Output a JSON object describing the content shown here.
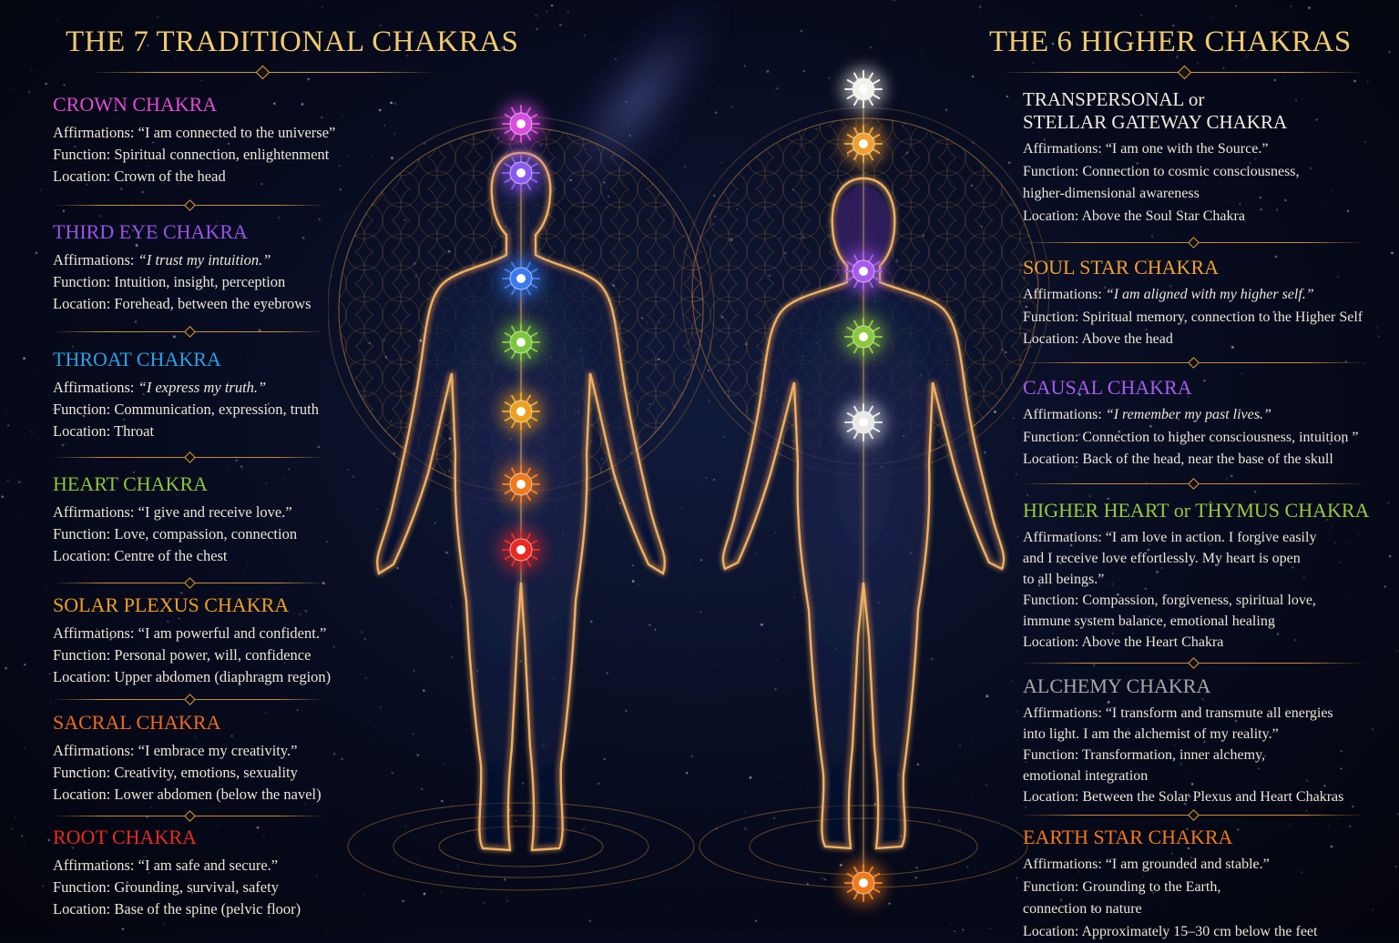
{
  "left_panel": {
    "title": "THE 7 TRADITIONAL CHAKRAS",
    "chakras": [
      {
        "name": "CROWN CHAKRA",
        "color": "#e24bd6",
        "affirmation": "“I am connected to the universe”",
        "function": "Spiritual connection, enlightenment",
        "location": "Crown of the head"
      },
      {
        "name": "THIRD EYE CHAKRA",
        "color": "#9a52e8",
        "affirmation": "“I trust my intuition.”",
        "function": "Intuition, insight, perception",
        "location": "Forehead, between the eyebrows"
      },
      {
        "name": "THROAT CHAKRA",
        "color": "#2aa2e8",
        "affirmation": "“I express my truth.”",
        "function": "Communication, expression, truth",
        "location": "Throat"
      },
      {
        "name": "HEART CHAKRA",
        "color": "#8cc43a",
        "affirmation": "“I give and receive love.”",
        "function": "Love, compassion, connection",
        "location": "Centre of the chest"
      },
      {
        "name": "SOLAR PLEXUS CHAKRA",
        "color": "#f0a020",
        "affirmation": "“I am powerful and confident.”",
        "function": "Personal power, will, confidence",
        "location": "Upper abdomen (diaphragm region)"
      },
      {
        "name": "SACRAL CHAKRA",
        "color": "#f06a1c",
        "affirmation": "“I embrace my creativity.”",
        "function": "Creativity, emotions, sexuality",
        "location": "Lower abdomen (below the navel)"
      },
      {
        "name": "ROOT CHAKRA",
        "color": "#e82a22",
        "affirmation": "“I am safe and secure.”",
        "function": "Grounding, survival, safety",
        "location": "Base of the spine (pelvic floor)"
      }
    ]
  },
  "right_panel": {
    "title": "THE 6 HIGHER CHAKRAS",
    "chakras": [
      {
        "name_lines": [
          "TRANSPERSONAL or",
          "STELLAR GATEWAY CHAKRA"
        ],
        "color": "#f2ede2",
        "affirmation_lines": [
          "“I am one with the Source.”"
        ],
        "function_lines": [
          "Connection to cosmic consciousness,",
          "higher-dimensional awareness"
        ],
        "location_lines": [
          "Above the Soul Star Chakra"
        ]
      },
      {
        "name_lines": [
          "SOUL STAR CHAKRA"
        ],
        "color": "#f0a030",
        "affirmation_lines": [
          "“I am aligned with my higher self.”"
        ],
        "function_lines": [
          "Spiritual memory, connection to the Higher Self"
        ],
        "location_lines": [
          "Above the head"
        ]
      },
      {
        "name_lines": [
          "CAUSAL CHAKRA"
        ],
        "color": "#a85af0",
        "affirmation_lines": [
          "“I remember my past lives.”"
        ],
        "function_lines": [
          "Connection to higher consciousness, intuition ”"
        ],
        "location_lines": [
          "Back of the head, near the base of the skull"
        ]
      },
      {
        "name_lines": [
          "HIGHER HEART or THYMUS CHAKRA"
        ],
        "color": "#9cc83a",
        "affirmation_lines": [
          "“I am love in action. I forgive easily",
          "and I receive love effortlessly. My heart is open",
          "to all beings.”"
        ],
        "function_lines": [
          "Compassion, forgiveness, spiritual love,",
          "immune system balance, emotional healing"
        ],
        "location_lines": [
          "Above the Heart Chakra"
        ]
      },
      {
        "name_lines": [
          "ALCHEMY CHAKRA"
        ],
        "color": "#a8a8a8",
        "affirmation_lines": [
          "“I transform and transmute all energies",
          "into light. I am the alchemist of my reality.”"
        ],
        "function_lines": [
          "Transformation, inner alchemy,",
          "emotional integration"
        ],
        "location_lines": [
          "Between the Solar Plexus and Heart Chakras"
        ]
      },
      {
        "name_lines": [
          "EARTH STAR CHAKRA"
        ],
        "color": "#f07a1c",
        "affirmation_lines": [
          "“I am grounded and stable.”"
        ],
        "function_lines": [
          "Grounding to the Earth,",
          "connection to nature"
        ],
        "location_lines": [
          "Approximately 15–30 cm below the feet"
        ]
      }
    ]
  },
  "labels": {
    "affirmations": "Affirmations: ",
    "function": "Function: ",
    "location": "Location: "
  },
  "figure_left_chakra_colors": [
    "#d84ce0",
    "#8a5af0",
    "#3a7af0",
    "#7ac83a",
    "#f0a020",
    "#f07a1c",
    "#e82a22"
  ],
  "figure_right_chakra_colors": [
    "#f4f0ea",
    "#f0a030",
    "#a85af0",
    "#8cc83a",
    "#e8e8e8",
    "#f07a1c"
  ]
}
